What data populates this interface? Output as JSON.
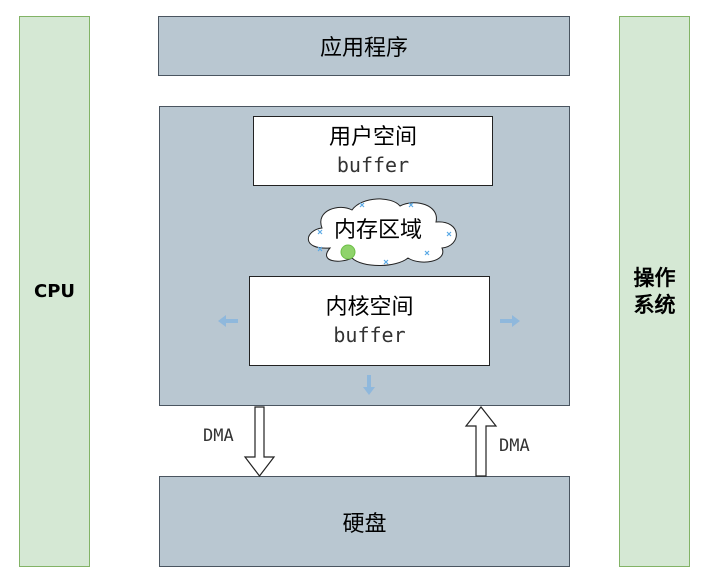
{
  "cpu": {
    "label": "CPU"
  },
  "os": {
    "label_line1": "操作",
    "label_line2": "系统"
  },
  "app": {
    "label": "应用程序"
  },
  "user_space": {
    "title": "用户空间",
    "subtitle": "buffer"
  },
  "memory_cloud": {
    "label": "内存区域"
  },
  "kernel_space": {
    "title": "内核空间",
    "subtitle": "buffer"
  },
  "disk": {
    "label": "硬盘"
  },
  "arrows": {
    "dma_down_label": "DMA",
    "dma_up_label": "DMA"
  }
}
